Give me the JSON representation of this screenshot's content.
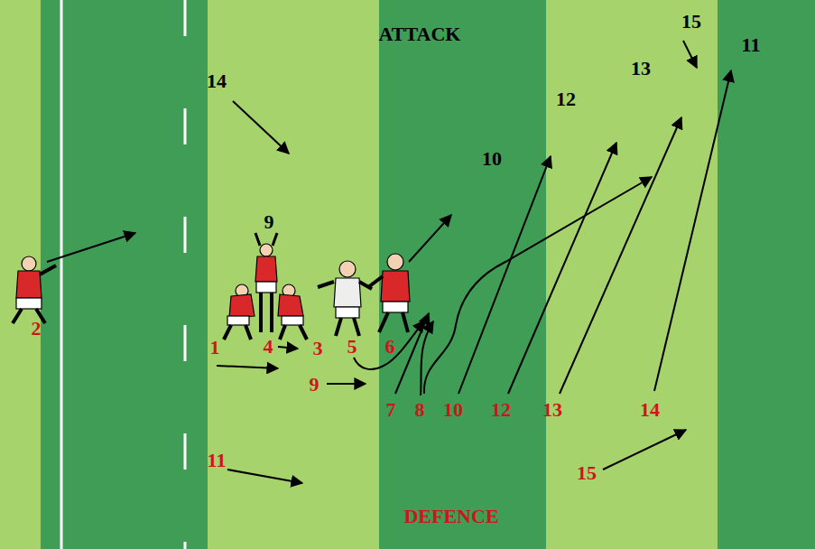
{
  "diagram": {
    "labels": [
      "ATTACK",
      "15",
      "11",
      "14",
      "13",
      "12",
      "10",
      "9",
      "2",
      "1",
      "4",
      "3",
      "5",
      "6",
      "9",
      "7",
      "8",
      "10",
      "12",
      "13",
      "14",
      "11",
      "15",
      "DEFENCE"
    ]
  }
}
